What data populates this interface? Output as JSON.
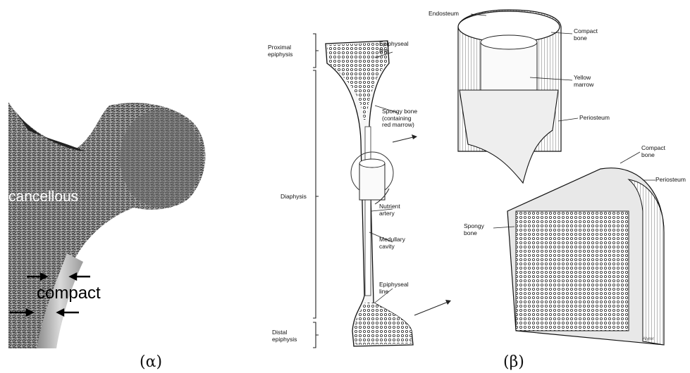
{
  "panel_a": {
    "caption": "(α)",
    "labels": {
      "cancellous": "cancellous",
      "compact": "compact"
    }
  },
  "panel_b": {
    "caption": "(β)",
    "labels": {
      "proximal_epiphysis": "Proximal\nepiphysis",
      "diaphysis": "Diaphysis",
      "distal_epiphysis": "Distal\nepiphysis",
      "epiphyseal_line_top": "Epiphyseal\nline",
      "spongy_bone_marrow": "Spongy bone\n(containing\nred marrow)",
      "nutrient_artery": "Nutrient\nartery",
      "medullary_cavity": "Medullary\ncavity",
      "epiphyseal_line_bottom": "Epiphyseal\nline",
      "endosteum": "Endosteum",
      "compact_bone_top": "Compact\nbone",
      "yellow_marrow": "Yellow\nmarrow",
      "periosteum_top": "Periosteum",
      "compact_bone_bottom": "Compact\nbone",
      "periosteum_bottom": "Periosteum",
      "spongy_bone": "Spongy\nbone",
      "signature": "Alyrer"
    }
  },
  "colors": {
    "photo_dark": "#3a3a3a",
    "photo_light": "#d8d8d8",
    "ink": "#1a1a1a",
    "paper": "#ffffff"
  }
}
